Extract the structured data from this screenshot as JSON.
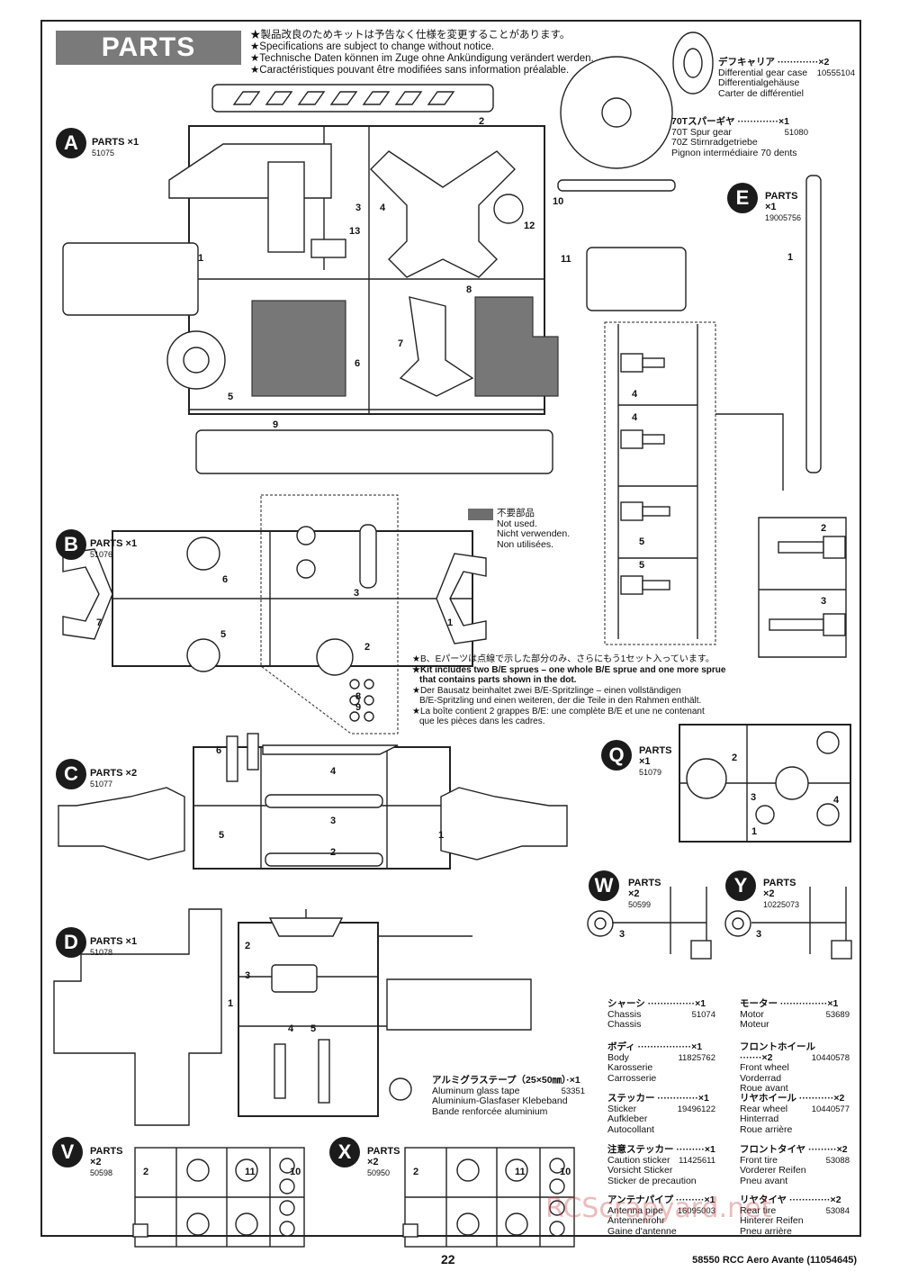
{
  "banner": "PARTS",
  "notes": [
    "★製品改良のためキットは予告なく仕様を変更することがあります。",
    "★Specifications are subject to change without notice.",
    "★Technische Daten können im Zuge ohne Ankündigung verändert werden.",
    "★Caractéristiques pouvant être modifiées sans information préalable."
  ],
  "trees": {
    "A": {
      "letter": "A",
      "label": "PARTS ×1",
      "pn": "51075"
    },
    "B": {
      "letter": "B",
      "label": "PARTS ×1",
      "pn": "51076"
    },
    "C": {
      "letter": "C",
      "label": "PARTS ×2",
      "pn": "51077"
    },
    "D": {
      "letter": "D",
      "label": "PARTS ×1",
      "pn": "51078"
    },
    "E": {
      "letter": "E",
      "label": "PARTS",
      "qty": "×1",
      "pn": "19005756"
    },
    "Q": {
      "letter": "Q",
      "label": "PARTS",
      "qty": "×1",
      "pn": "51079"
    },
    "W": {
      "letter": "W",
      "label": "PARTS",
      "qty": "×2",
      "pn": "50599"
    },
    "Y": {
      "letter": "Y",
      "label": "PARTS",
      "qty": "×2",
      "pn": "10225073"
    },
    "V": {
      "letter": "V",
      "label": "PARTS",
      "qty": "×2",
      "pn": "50598"
    },
    "X": {
      "letter": "X",
      "label": "PARTS",
      "qty": "×2",
      "pn": "50950"
    }
  },
  "diff_case": {
    "jp": "デフキャリア ·············×2",
    "en": "Differential gear case",
    "de": "Differentialgehäuse",
    "fr": "Carter de différentiel",
    "pn": "10555104"
  },
  "spur_gear": {
    "jp": "70Tスパーギヤ ·············×1",
    "en": "70T Spur gear",
    "de": "70Z Stirnradgetriebe",
    "fr": "Pignon intermédiaire 70 dents",
    "pn": "51080"
  },
  "not_used": {
    "jp": "不要部品",
    "en": "Not used.",
    "de": "Nicht verwenden.",
    "fr": "Non utilisées."
  },
  "be_note": [
    "★B、Eパーツは点線で示した部分のみ、さらにもう1セット入っています。",
    "★Kit includes two B/E sprues – one whole B/E sprue and one more sprue",
    "that contains parts shown in the dot.",
    "★Der Bausatz beinhaltet zwei B/E-Spritzlinge – einen vollständigen",
    "B/E-Spritzling und einen weiteren, der die Teile in den Rahmen enthält.",
    "★La boîte contient 2 grappes B/E: une complète B/E et une ne contenant",
    "que les pièces dans les cadres."
  ],
  "glass_tape": {
    "jp": "アルミグラステープ（25×50㎜）·×1",
    "en": "Aluminum glass tape",
    "de": "Aluminium-Glasfaser Klebeband",
    "fr": "Bande renforcée aluminium",
    "pn": "53351"
  },
  "items_left": [
    {
      "jp": "シャーシ ···············×1",
      "en": "Chassis",
      "de": "Chassis",
      "fr": "",
      "pn": "51074"
    },
    {
      "jp": "ボディ ·················×1",
      "en": "Body",
      "de": "Karosserie",
      "fr": "Carrosserie",
      "pn": "11825762"
    },
    {
      "jp": "ステッカー ·············×1",
      "en": "Sticker",
      "de": "Aufkleber",
      "fr": "Autocollant",
      "pn": "19496122"
    },
    {
      "jp": "注意ステッカー ·········×1",
      "en": "Caution sticker",
      "de": "Vorsicht Sticker",
      "fr": "Sticker de precaution",
      "pn": "11425611"
    },
    {
      "jp": "アンテナパイプ ·········×1",
      "en": "Antenna pipe",
      "de": "Antennenrohr",
      "fr": "Gaine d'antenne",
      "pn": "16095003"
    }
  ],
  "items_right": [
    {
      "jp": "モーター ···············×1",
      "en": "Motor",
      "de": "Motor",
      "fr": "Moteur",
      "pn": "53689"
    },
    {
      "jp": "フロントホイール ·······×2",
      "en": "Front wheel",
      "de": "Vorderrad",
      "fr": "Roue avant",
      "pn": "10440578"
    },
    {
      "jp": "リヤホイール ···········×2",
      "en": "Rear wheel",
      "de": "Hinterrad",
      "fr": "Roue arrière",
      "pn": "10440577"
    },
    {
      "jp": "フロントタイヤ ·········×2",
      "en": "Front tire",
      "de": "Vorderer Reifen",
      "fr": "Pneu avant",
      "pn": "53088"
    },
    {
      "jp": "リヤタイヤ ·············×2",
      "en": "Rear tire",
      "de": "Hinterer Reifen",
      "fr": "Pneu arrière",
      "pn": "53084"
    }
  ],
  "footer": {
    "page": "22",
    "model": "58550 RCC Aero Avante (11054645)"
  },
  "watermark": "RCScrapyard.net"
}
